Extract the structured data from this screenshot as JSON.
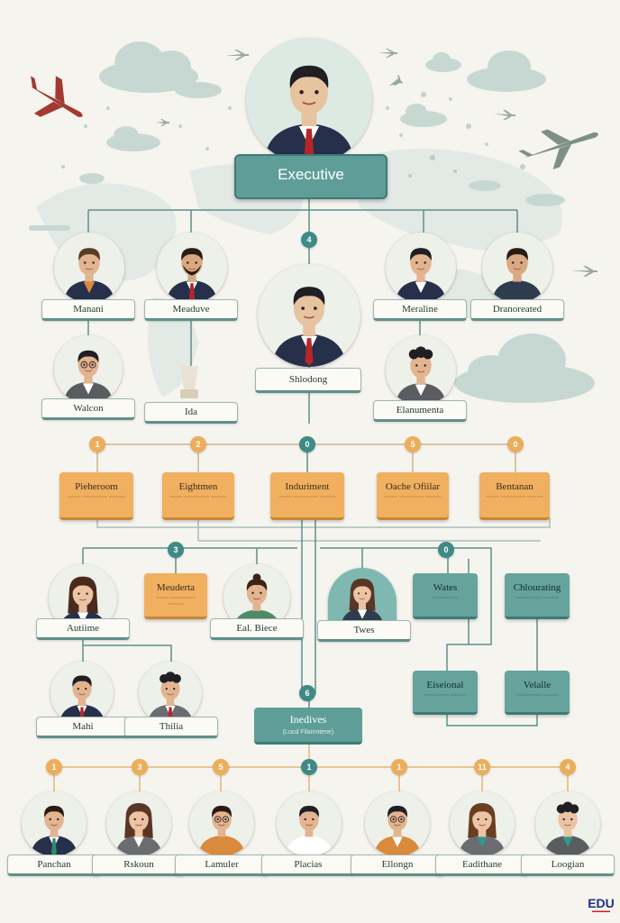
{
  "top": {
    "banner": "Executive"
  },
  "people": [
    {
      "id": "executive",
      "label": ""
    },
    {
      "id": "manani",
      "label": "Manani"
    },
    {
      "id": "meaduve",
      "label": "Meaduve"
    },
    {
      "id": "meraline",
      "label": "Meraline"
    },
    {
      "id": "dranoreated",
      "label": "Dranoreated"
    },
    {
      "id": "shlodong",
      "label": "Shlodong"
    },
    {
      "id": "walcon",
      "label": "Walcon"
    },
    {
      "id": "ida",
      "label": "Ida"
    },
    {
      "id": "elanumenta",
      "label": "Elanumenta"
    },
    {
      "id": "autiime",
      "label": "Autiime"
    },
    {
      "id": "eal-biece",
      "label": "Eal. Biece"
    },
    {
      "id": "twes",
      "label": "Twes"
    },
    {
      "id": "mahi",
      "label": "Mahi"
    },
    {
      "id": "thilia",
      "label": "Thilia"
    },
    {
      "id": "panchan",
      "label": "Panchan"
    },
    {
      "id": "rskoun",
      "label": "Rskoun"
    },
    {
      "id": "lamuler",
      "label": "Lamuler"
    },
    {
      "id": "placias",
      "label": "Placias"
    },
    {
      "id": "ellongn",
      "label": "Ellongn"
    },
    {
      "id": "eadithane",
      "label": "Eadithane"
    },
    {
      "id": "loogian",
      "label": "Loogian"
    }
  ],
  "departments": [
    {
      "id": "pieheroom",
      "label": "Pieheroom"
    },
    {
      "id": "eightmen",
      "label": "Eightmen"
    },
    {
      "id": "induriment",
      "label": "Induriment"
    },
    {
      "id": "oache-ofiilar",
      "label": "Oache Ofiilar"
    },
    {
      "id": "bentanan",
      "label": "Bentanan"
    },
    {
      "id": "meuderta",
      "label": "Meuderta"
    },
    {
      "id": "wates",
      "label": "Wates"
    },
    {
      "id": "chlourating",
      "label": "Chlourating"
    },
    {
      "id": "eiseional",
      "label": "Eiseional"
    },
    {
      "id": "velalle",
      "label": "Velalle"
    }
  ],
  "inedives": {
    "title": "Inedives",
    "subtitle": "(Lucd  Filanmtene)"
  },
  "badges": {
    "b_top": "4",
    "b_r1": "1",
    "b_r2": "2",
    "b_r3": "0",
    "b_r4": "5",
    "b_r5": "0",
    "b_l3": "3",
    "b_r6": "0",
    "b_mid": "6",
    "b_a": "1",
    "b_b": "3",
    "b_c": "5",
    "b_d": "1",
    "b_e": "1",
    "b_f": "11",
    "b_g": "4"
  },
  "logo": {
    "text": "EDU"
  }
}
